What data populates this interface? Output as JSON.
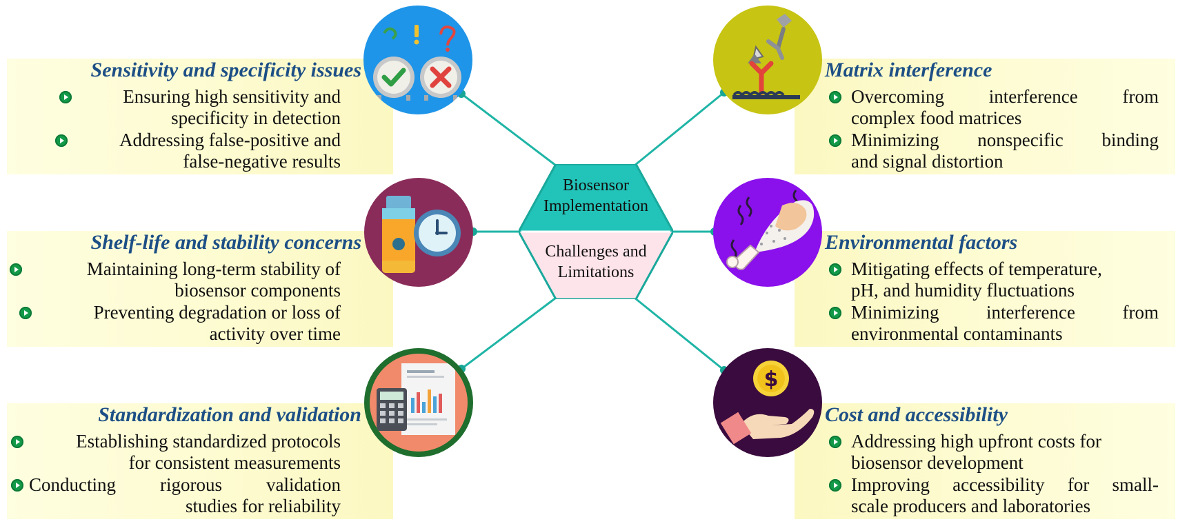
{
  "center": {
    "top": [
      "Biosensor",
      "Implementation"
    ],
    "bottom": [
      "Challenges and",
      "Limitations"
    ]
  },
  "colors": {
    "title": "#1d4f86",
    "connector": "#1fb5a6",
    "hex_top": "#22c3b8",
    "hex_bottom": "#fde4ea",
    "bullet": "#139a48",
    "panel": "#fdfbcf"
  },
  "sections": {
    "sensitivity": {
      "title": "Sensitivity and specificity issues",
      "icon": "check-cross-clocks-icon",
      "bullets": [
        [
          "Ensuring high sensitivity and",
          "specificity in detection"
        ],
        [
          "Addressing false-positive and",
          "false-negative results"
        ]
      ]
    },
    "shelf": {
      "title": "Shelf-life and stability concerns",
      "icon": "bottle-clock-icon",
      "bullets": [
        [
          "Maintaining long-term stability of",
          "biosensor components"
        ],
        [
          "Preventing degradation or loss of",
          "activity over time"
        ]
      ]
    },
    "standard": {
      "title": "Standardization and validation",
      "icon": "calculator-report-icon",
      "bullets": [
        [
          "Establishing standardized protocols",
          "for consistent measurements"
        ],
        [
          "Conducting rigorous validation",
          "studies for reliability"
        ]
      ]
    },
    "matrix": {
      "title": "Matrix interference",
      "icon": "antibody-binding-icon",
      "bullets": [
        [
          "Overcoming interference from",
          "complex food matrices"
        ],
        [
          "Minimizing nonspecific binding",
          "and signal distortion"
        ]
      ]
    },
    "environment": {
      "title": "Environmental factors",
      "icon": "spoiled-meat-icon",
      "bullets": [
        [
          "Mitigating effects of temperature,",
          "pH, and humidity fluctuations"
        ],
        [
          "Minimizing interference from",
          "environmental contaminants"
        ]
      ]
    },
    "cost": {
      "title": "Cost and accessibility",
      "icon": "hand-dollar-coin-icon",
      "bullets": [
        [
          "Addressing high upfront costs for",
          "biosensor development"
        ],
        [
          "Improving accessibility for small-",
          "scale producers and laboratories"
        ]
      ]
    }
  }
}
